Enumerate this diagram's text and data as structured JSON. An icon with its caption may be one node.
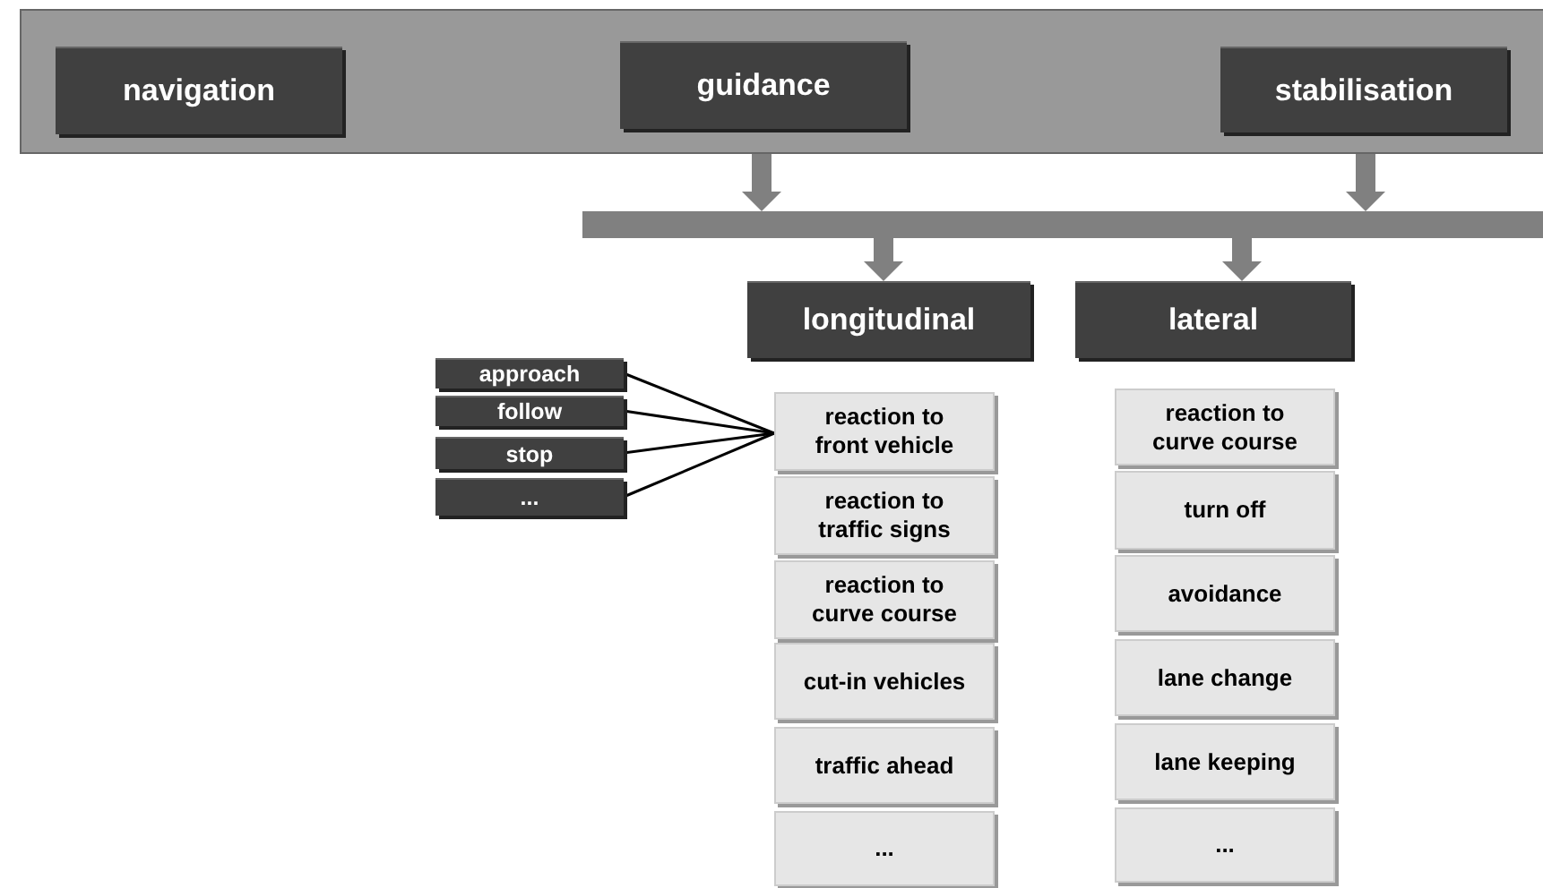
{
  "diagram": {
    "nodes": [
      {
        "text": [],
        "shape": "box"
      },
      {
        "text": [
          "navigation"
        ],
        "in": 0
      },
      {
        "text": [
          "guidance"
        ],
        "in": 0
      },
      {
        "text": [
          "stabilisation"
        ],
        "in": 0
      },
      {
        "text": [],
        "shape": "bar"
      },
      {
        "text": [
          "longitudinal"
        ]
      },
      {
        "text": [
          "lateral"
        ]
      },
      {
        "text": [
          "approach"
        ]
      },
      {
        "text": [
          "follow"
        ]
      },
      {
        "text": [
          "stop"
        ]
      },
      {
        "text": [
          "..."
        ]
      },
      {
        "text": [
          "reaction to front vehicle"
        ]
      },
      {
        "text": [
          "reaction to traffic signs"
        ]
      },
      {
        "text": [
          "reaction to curve course"
        ]
      },
      {
        "text": [
          "cut-in vehicles"
        ]
      },
      {
        "text": [
          "traffic ahead"
        ]
      },
      {
        "text": [
          "..."
        ]
      },
      {
        "text": [
          "reaction to curve course"
        ]
      },
      {
        "text": [
          "turn off"
        ]
      },
      {
        "text": [
          "avoidance"
        ]
      },
      {
        "text": [
          "lane change"
        ]
      },
      {
        "text": [
          "lane keeping"
        ]
      },
      {
        "text": [
          "..."
        ]
      }
    ],
    "edges": [
      {
        "from": 2,
        "to": 4,
        "arrow": "to",
        "style": "thick",
        "color": "#808080"
      },
      {
        "from": 3,
        "to": 4,
        "arrow": "to",
        "style": "thick",
        "color": "#808080"
      },
      {
        "from": 4,
        "to": 5,
        "arrow": "to",
        "style": "thick",
        "color": "#808080"
      },
      {
        "from": 4,
        "to": 6,
        "arrow": "to",
        "style": "thick",
        "color": "#808080"
      },
      {
        "from": 7,
        "to": 11,
        "arrow": "none",
        "color": "#000000"
      },
      {
        "from": 8,
        "to": 11,
        "arrow": "none",
        "color": "#000000"
      },
      {
        "from": 9,
        "to": 11,
        "arrow": "none",
        "color": "#000000"
      },
      {
        "from": 10,
        "to": 11,
        "arrow": "none",
        "color": "#000000"
      }
    ]
  }
}
